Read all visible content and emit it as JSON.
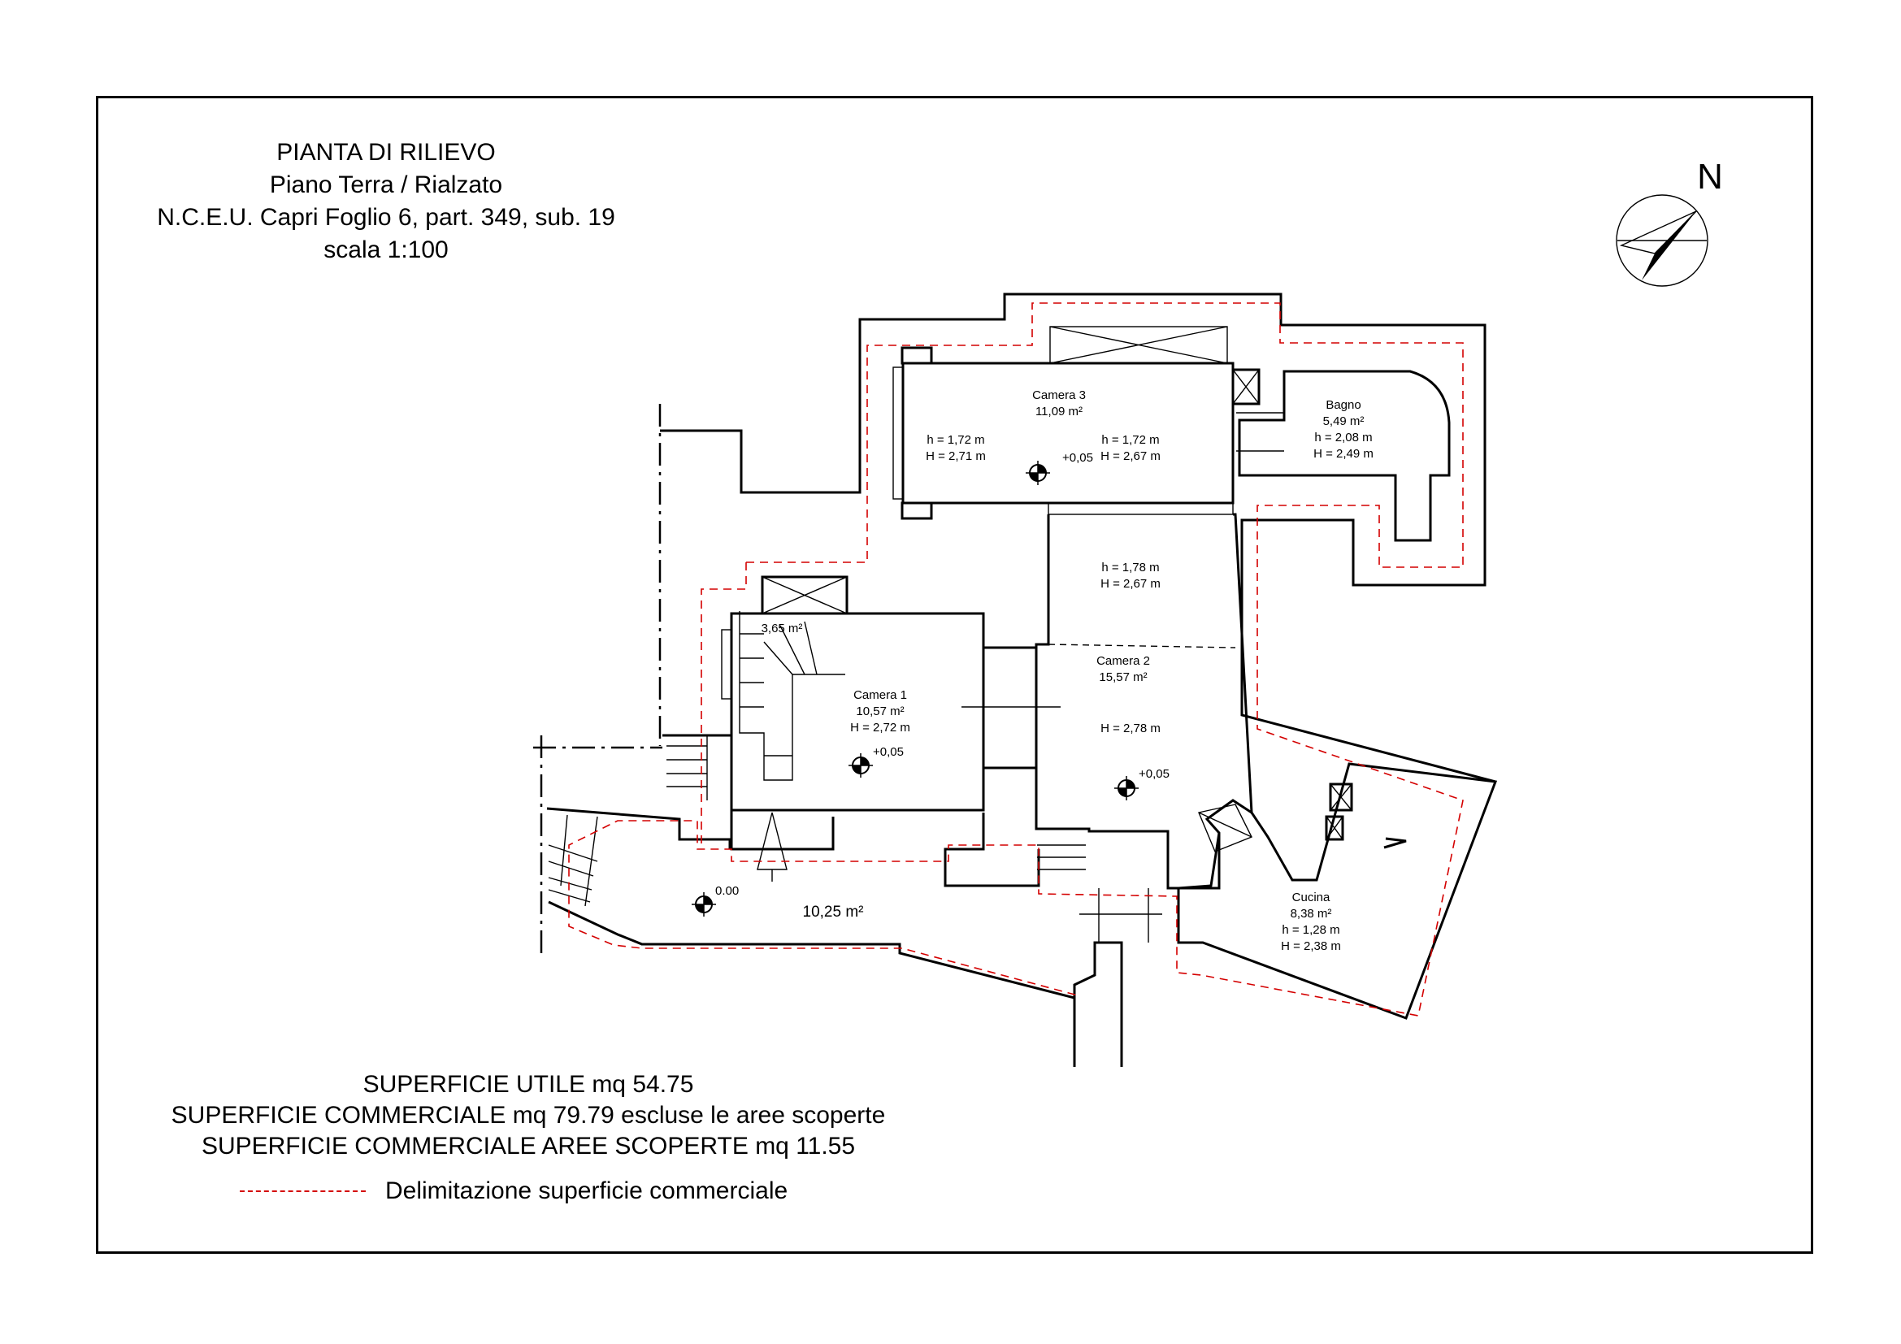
{
  "title": {
    "line1": "PIANTA DI RILIEVO",
    "line2": "Piano Terra / Rialzato",
    "line3": "N.C.E.U. Capri Foglio 6, part. 349, sub. 19",
    "line4": "scala 1:100"
  },
  "north_label": "N",
  "rooms": {
    "camera3": {
      "name": "Camera 3",
      "area": "11,09 m²"
    },
    "bagno": {
      "name": "Bagno",
      "area": "5,49 m²",
      "h": "h = 2,08 m",
      "H": "H = 2,49 m"
    },
    "camera1": {
      "name": "Camera 1",
      "area": "10,57 m²",
      "H": "H = 2,72 m",
      "level": "+0,05"
    },
    "camera2": {
      "name": "Camera 2",
      "area": "15,57 m²",
      "H": "H = 2,78 m",
      "level": "+0,05"
    },
    "cucina": {
      "name": "Cucina",
      "area": "8,38 m²",
      "h": "h = 1,28 m",
      "H": "H = 2,38 m"
    },
    "stair": {
      "area": "3,65 m²"
    },
    "terrace": {
      "area": "10,25 m²",
      "level": "0.00"
    }
  },
  "heights": {
    "camera3_left_h": "h = 1,72 m",
    "camera3_left_H": "H = 2,71 m",
    "camera3_right_h": "h = 1,72 m",
    "camera3_right_H": "H = 2,67 m",
    "camera3_level": "+0,05",
    "camera2_top_h": "h = 1,78 m",
    "camera2_top_H": "H = 2,67 m"
  },
  "summary": {
    "line1": "SUPERFICIE UTILE mq 54.75",
    "line2": "SUPERFICIE COMMERCIALE mq 79.79 escluse le aree scoperte",
    "line3": "SUPERFICIE COMMERCIALE AREE SCOPERTE mq 11.55"
  },
  "legend": {
    "label": "Delimitazione superficie commerciale",
    "color": "#d40000"
  }
}
